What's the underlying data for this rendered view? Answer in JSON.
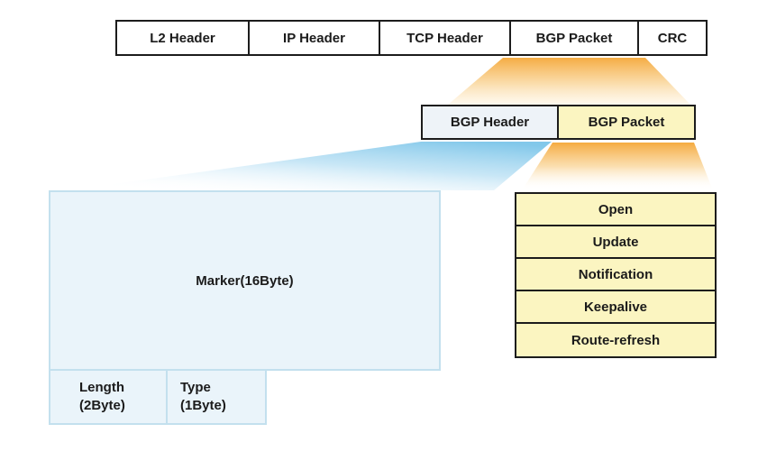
{
  "colors": {
    "funnel_orange": "#f5ab40",
    "funnel_orange_light": "#fad9a2",
    "funnel_blue": "#7cc5e9",
    "yellow_fill": "#fbf5c1",
    "lightblue_fill": "#eaf4fa",
    "bgp_header_fill": "#eef3f8",
    "dark_border": "#1c1c1c",
    "lightblue_border": "#c3e0ee",
    "text": "#1b1b1b"
  },
  "frame_row": {
    "cells": [
      {
        "label": "L2 Header"
      },
      {
        "label": "IP Header"
      },
      {
        "label": "TCP Header"
      },
      {
        "label": "BGP Packet"
      },
      {
        "label": "CRC"
      }
    ]
  },
  "bgp_row": {
    "cells": [
      {
        "label": "BGP Header"
      },
      {
        "label": "BGP Packet"
      }
    ]
  },
  "bgp_header_fields": {
    "marker": "Marker(16Byte)",
    "length": {
      "line1": "Length",
      "line2": "(2Byte)"
    },
    "type": {
      "line1": "Type",
      "line2": "(1Byte)"
    }
  },
  "bgp_message_types": [
    {
      "label": "Open"
    },
    {
      "label": "Update"
    },
    {
      "label": "Notification"
    },
    {
      "label": "Keepalive"
    },
    {
      "label": "Route-refresh"
    }
  ]
}
